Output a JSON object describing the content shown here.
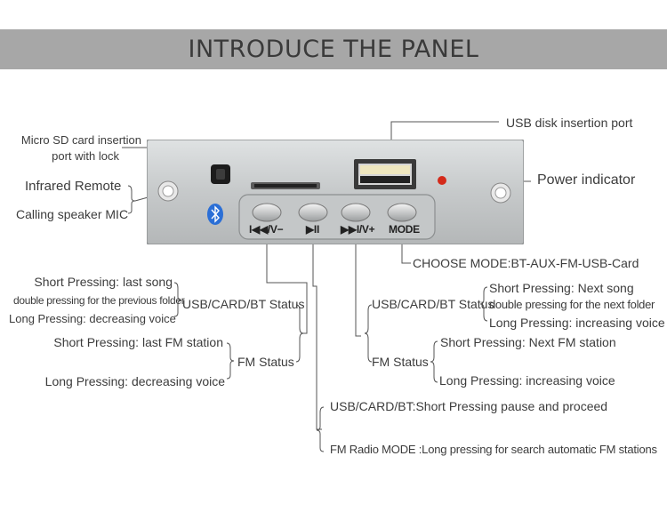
{
  "header": {
    "title": "INTRODUCE THE PANEL"
  },
  "panel": {
    "buttons": [
      {
        "label": "I◀◀/V−"
      },
      {
        "label": "▶II"
      },
      {
        "label": "▶▶I/V+"
      },
      {
        "label": "MODE"
      }
    ]
  },
  "labels": {
    "usb_port": "USB disk insertion port",
    "micro_sd_line1": "Micro SD card insertion",
    "micro_sd_line2": "port with lock",
    "infrared": "Infrared Remote",
    "calling_mic": "Calling speaker MIC",
    "power": "Power indicator",
    "choose_mode": "CHOOSE MODE:BT-AUX-FM-USB-Card"
  },
  "prev_button": {
    "usb_status": "USB/CARD/BT Status",
    "usb_short": "Short Pressing: last song",
    "usb_double": "double pressing for the previous folder",
    "usb_long": "Long Pressing: decreasing voice",
    "fm_status": "FM Status",
    "fm_short": "Short Pressing: last FM station",
    "fm_long": "Long Pressing: decreasing voice"
  },
  "next_button": {
    "usb_status": "USB/CARD/BT Status",
    "usb_short": "Short Pressing: Next song",
    "usb_double": "double pressing for the next folder",
    "usb_long": "Long Pressing: increasing voice",
    "fm_status": "FM Status",
    "fm_short": "Short Pressing: Next FM station",
    "fm_long": "Long Pressing: increasing voice"
  },
  "play_button": {
    "usb_line": "USB/CARD/BT:Short Pressing pause and proceed",
    "fm_line": "FM Radio MODE :Long pressing for search automatic FM stations"
  },
  "colors": {
    "banner": "#a7a7a7",
    "panel": "#c9cccd",
    "power_led": "#d42a1a",
    "bluetooth": "#2b6fd6"
  }
}
